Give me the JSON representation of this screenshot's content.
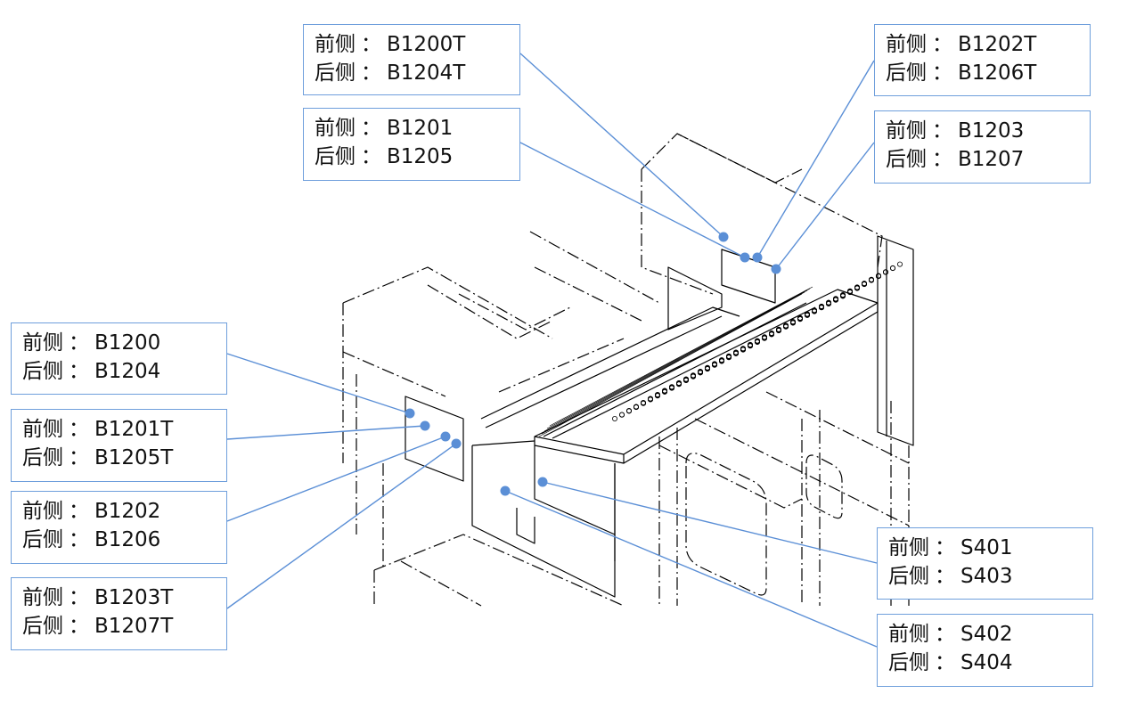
{
  "diagram": {
    "accent_color": "#5b8fd6",
    "line_color": "#000000",
    "separator": "：",
    "callouts": [
      {
        "id": "b1200t",
        "front_label": "前侧",
        "front_value": "B1200T",
        "rear_label": "后侧",
        "rear_value": "B1204T"
      },
      {
        "id": "b1201",
        "front_label": "前侧",
        "front_value": "B1201",
        "rear_label": "后侧",
        "rear_value": "B1205"
      },
      {
        "id": "b1202t",
        "front_label": "前侧",
        "front_value": "B1202T",
        "rear_label": "后侧",
        "rear_value": "B1206T"
      },
      {
        "id": "b1203",
        "front_label": "前侧",
        "front_value": "B1203",
        "rear_label": "后侧",
        "rear_value": "B1207"
      },
      {
        "id": "b1200",
        "front_label": "前侧",
        "front_value": "B1200",
        "rear_label": "后侧",
        "rear_value": "B1204"
      },
      {
        "id": "b1201t",
        "front_label": "前侧",
        "front_value": "B1201T",
        "rear_label": "后侧",
        "rear_value": "B1205T"
      },
      {
        "id": "b1202",
        "front_label": "前侧",
        "front_value": "B1202",
        "rear_label": "后侧",
        "rear_value": "B1206"
      },
      {
        "id": "b1203t",
        "front_label": "前侧",
        "front_value": "B1203T",
        "rear_label": "后侧",
        "rear_value": "B1207T"
      },
      {
        "id": "s401",
        "front_label": "前侧",
        "front_value": "S401",
        "rear_label": "后侧",
        "rear_value": "S403"
      },
      {
        "id": "s402",
        "front_label": "前侧",
        "front_value": "S402",
        "rear_label": "后侧",
        "rear_value": "S404"
      }
    ]
  }
}
